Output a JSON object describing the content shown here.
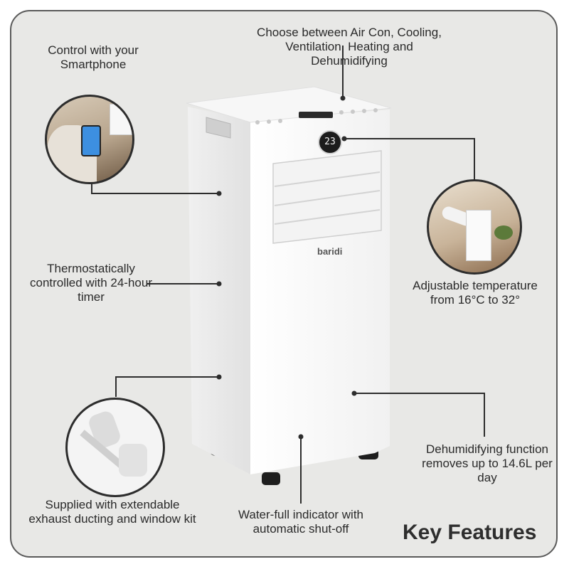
{
  "brand": "baridi",
  "display_value": "23",
  "title": "Key Features",
  "callouts": {
    "modes": "Choose between Air Con, Cooling, Ventilation, Heating and Dehumidifying",
    "smartphone": "Control with your Smartphone",
    "thermostat": "Thermostatically controlled with 24-hour timer",
    "temperature": "Adjustable temperature from 16°C to 32°",
    "ducting": "Supplied with extendable exhaust ducting and window kit",
    "water_full": "Water-full indicator with automatic shut-off",
    "dehumidify": "Dehumidifying function removes up to 14.6L per day"
  },
  "colors": {
    "background": "#e8e8e6",
    "frame_border": "#5a5a5a",
    "unit_white": "#fbfbfb",
    "line": "#2d2d2d",
    "phone_screen": "#3d8fe0"
  },
  "icons": [
    "smartphone-image",
    "room-image",
    "ducting-kit-image"
  ]
}
